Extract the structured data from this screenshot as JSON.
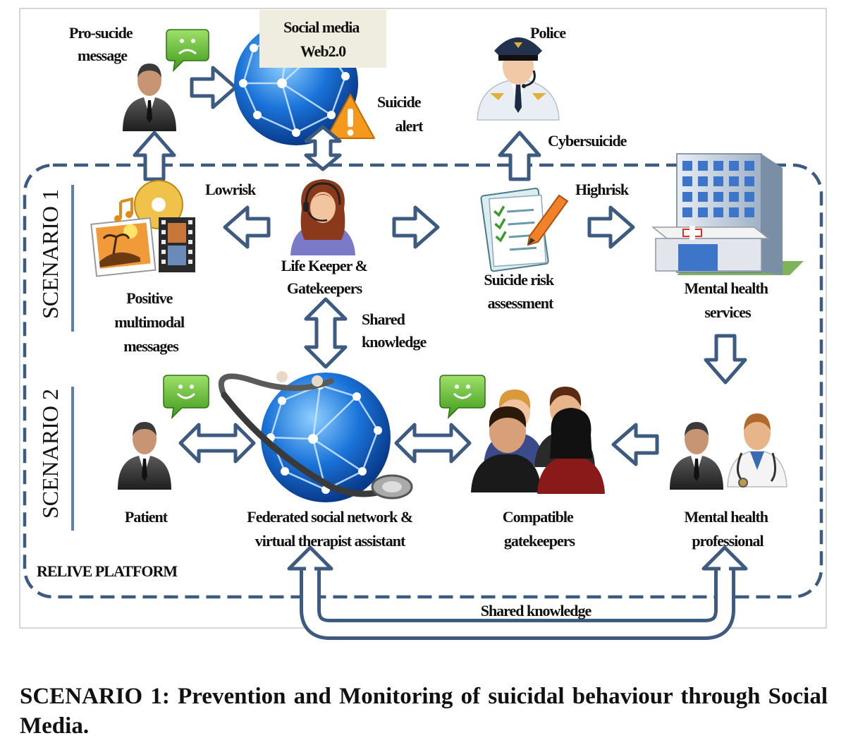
{
  "diagram": {
    "labels": {
      "pro_suicide_message": [
        "Pro-sucide",
        "message"
      ],
      "social_media": [
        "Social media",
        "Web2.0"
      ],
      "suicide_alert": [
        "Suicide",
        "alert"
      ],
      "police": "Police",
      "cybersuicide": "Cybersuicide",
      "low_risk": "Lowrisk",
      "high_risk": "Highrisk",
      "life_keeper": [
        "Life Keeper &",
        "Gatekeepers"
      ],
      "positive_messages": [
        "Positive",
        "multimodal",
        "messages"
      ],
      "suicide_risk_assessment": [
        "Suicide risk",
        "assessment"
      ],
      "mental_health_services": [
        "Mental health",
        "services"
      ],
      "shared_knowledge_top": [
        "Shared",
        "knowledge"
      ],
      "patient": "Patient",
      "federated_network": [
        "Federated social network &",
        "virtual therapist assistant"
      ],
      "compatible_gatekeepers": [
        "Compatible",
        "gatekeepers"
      ],
      "mental_health_professional": [
        "Mental health",
        "professional"
      ],
      "platform": "RELIVE PLATFORM",
      "shared_knowledge_bottom": "Shared knowledge",
      "scenario1": "SCENARIO 1",
      "scenario2": "SCENARIO 2"
    },
    "icons": [
      "person-icon",
      "sad-message-icon",
      "globe-icon",
      "warning-icon",
      "police-icon",
      "operator-icon",
      "media-icon",
      "checklist-icon",
      "hospital-icon",
      "happy-message-icon",
      "stethoscope-icon",
      "group-icon",
      "doctor-icon"
    ],
    "colors": {
      "arrow": "#3d5a80",
      "dashed_border": "#3d5a80",
      "globe": "#1a73d9",
      "scenario_bar": "#5b7fb5"
    }
  },
  "caption": "SCENARIO 1: Prevention and Monitoring of suicidal behaviour through Social Media."
}
